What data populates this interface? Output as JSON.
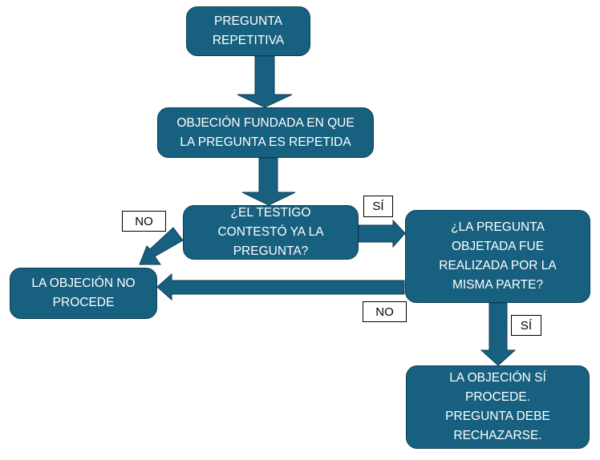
{
  "nodes": {
    "start": "PREGUNTA REPETITIVA",
    "objection": "OBJECIÓN FUNDADA EN QUE LA PREGUNTA ES REPETIDA",
    "q_answered": "¿EL TESTIGO CONTESTÓ YA LA PREGUNTA?",
    "q_same_party": "¿LA PREGUNTA OBJETADA FUE REALIZADA POR LA MISMA PARTE?",
    "not_proceed": "LA OBJECIÓN NO PROCEDE",
    "proceed": "LA OBJECIÓN SÍ PROCEDE. PREGUNTA DEBE RECHAZARSE."
  },
  "edge_labels": {
    "answered_no": "NO",
    "answered_yes": "SÍ",
    "same_party_no": "NO",
    "same_party_yes": "SÍ"
  },
  "colors": {
    "box": "#17607f",
    "border": "#0e3e55"
  }
}
